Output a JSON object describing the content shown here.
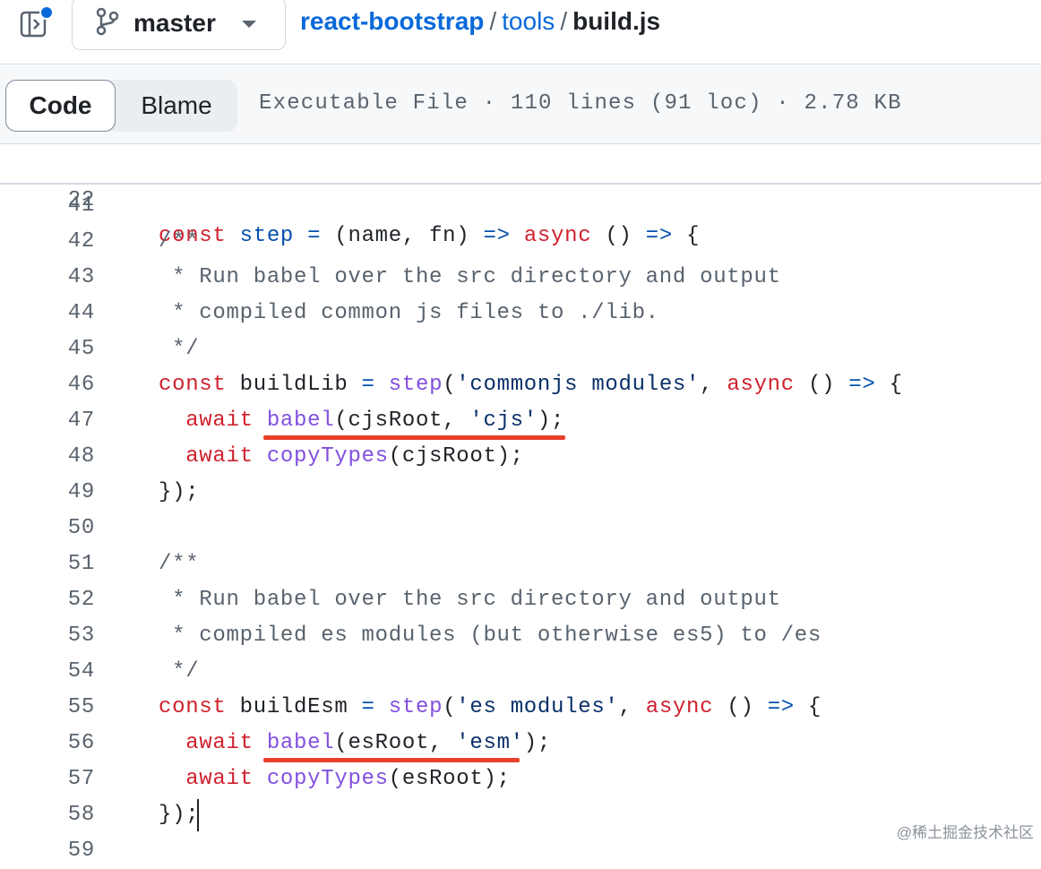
{
  "header": {
    "branch": "master",
    "breadcrumb": {
      "repo": "react-bootstrap",
      "sep1": "/",
      "folder": "tools",
      "sep2": "/",
      "file": "build.js"
    }
  },
  "toolbar": {
    "code_tab": "Code",
    "blame_tab": "Blame",
    "file_meta": "Executable File · 110 lines (91 loc) · 2.78 KB"
  },
  "sticky": {
    "number": "22",
    "tokens": [
      {
        "t": "const ",
        "c": "k"
      },
      {
        "t": "step",
        "c": "o"
      },
      {
        "t": " = ",
        "c": "o"
      },
      {
        "t": "(name, fn) ",
        "c": "p"
      },
      {
        "t": "=>",
        "c": "o"
      },
      {
        "t": " async",
        "c": "k"
      },
      {
        "t": " () ",
        "c": "p"
      },
      {
        "t": "=>",
        "c": "o"
      },
      {
        "t": " {",
        "c": "p"
      }
    ]
  },
  "code_lines": [
    {
      "number": "41",
      "tokens": []
    },
    {
      "number": "42",
      "tokens": [
        {
          "t": "/**",
          "c": "c"
        }
      ]
    },
    {
      "number": "43",
      "tokens": [
        {
          "t": " * Run babel over the src directory and output",
          "c": "c"
        }
      ]
    },
    {
      "number": "44",
      "tokens": [
        {
          "t": " * compiled common js files to ./lib.",
          "c": "c"
        }
      ]
    },
    {
      "number": "45",
      "tokens": [
        {
          "t": " */",
          "c": "c"
        }
      ]
    },
    {
      "number": "46",
      "tokens": [
        {
          "t": "const ",
          "c": "k"
        },
        {
          "t": "buildLib ",
          "c": "p"
        },
        {
          "t": "= ",
          "c": "o"
        },
        {
          "t": "step",
          "c": "f"
        },
        {
          "t": "(",
          "c": "p"
        },
        {
          "t": "'commonjs modules'",
          "c": "s"
        },
        {
          "t": ", ",
          "c": "p"
        },
        {
          "t": "async",
          "c": "k"
        },
        {
          "t": " () ",
          "c": "p"
        },
        {
          "t": "=>",
          "c": "o"
        },
        {
          "t": " {",
          "c": "p"
        }
      ]
    },
    {
      "number": "47",
      "tokens": [
        {
          "t": "  await ",
          "c": "k"
        },
        {
          "t": "babel",
          "c": "f"
        },
        {
          "t": "(cjsRoot, ",
          "c": "p"
        },
        {
          "t": "'cjs'",
          "c": "s"
        },
        {
          "t": ");",
          "c": "p"
        }
      ]
    },
    {
      "number": "48",
      "tokens": [
        {
          "t": "  await ",
          "c": "k"
        },
        {
          "t": "copyTypes",
          "c": "f"
        },
        {
          "t": "(cjsRoot);",
          "c": "p"
        }
      ]
    },
    {
      "number": "49",
      "tokens": [
        {
          "t": "});",
          "c": "p"
        }
      ]
    },
    {
      "number": "50",
      "tokens": []
    },
    {
      "number": "51",
      "tokens": [
        {
          "t": "/**",
          "c": "c"
        }
      ]
    },
    {
      "number": "52",
      "tokens": [
        {
          "t": " * Run babel over the src directory and output",
          "c": "c"
        }
      ]
    },
    {
      "number": "53",
      "tokens": [
        {
          "t": " * compiled es modules (but otherwise es5) to /es",
          "c": "c"
        }
      ]
    },
    {
      "number": "54",
      "tokens": [
        {
          "t": " */",
          "c": "c"
        }
      ]
    },
    {
      "number": "55",
      "tokens": [
        {
          "t": "const ",
          "c": "k"
        },
        {
          "t": "buildEsm ",
          "c": "p"
        },
        {
          "t": "= ",
          "c": "o"
        },
        {
          "t": "step",
          "c": "f"
        },
        {
          "t": "(",
          "c": "p"
        },
        {
          "t": "'es modules'",
          "c": "s"
        },
        {
          "t": ", ",
          "c": "p"
        },
        {
          "t": "async",
          "c": "k"
        },
        {
          "t": " () ",
          "c": "p"
        },
        {
          "t": "=>",
          "c": "o"
        },
        {
          "t": " {",
          "c": "p"
        }
      ]
    },
    {
      "number": "56",
      "tokens": [
        {
          "t": "  await ",
          "c": "k"
        },
        {
          "t": "babel",
          "c": "f"
        },
        {
          "t": "(esRoot, ",
          "c": "p"
        },
        {
          "t": "'esm'",
          "c": "s"
        },
        {
          "t": ");",
          "c": "p"
        }
      ]
    },
    {
      "number": "57",
      "tokens": [
        {
          "t": "  await ",
          "c": "k"
        },
        {
          "t": "copyTypes",
          "c": "f"
        },
        {
          "t": "(esRoot);",
          "c": "p"
        }
      ]
    },
    {
      "number": "58",
      "tokens": [
        {
          "t": "});",
          "c": "p"
        }
      ]
    },
    {
      "number": "59",
      "tokens": []
    }
  ],
  "annotation_color": "#e8402a",
  "watermark": "@稀土掘金技术社区"
}
